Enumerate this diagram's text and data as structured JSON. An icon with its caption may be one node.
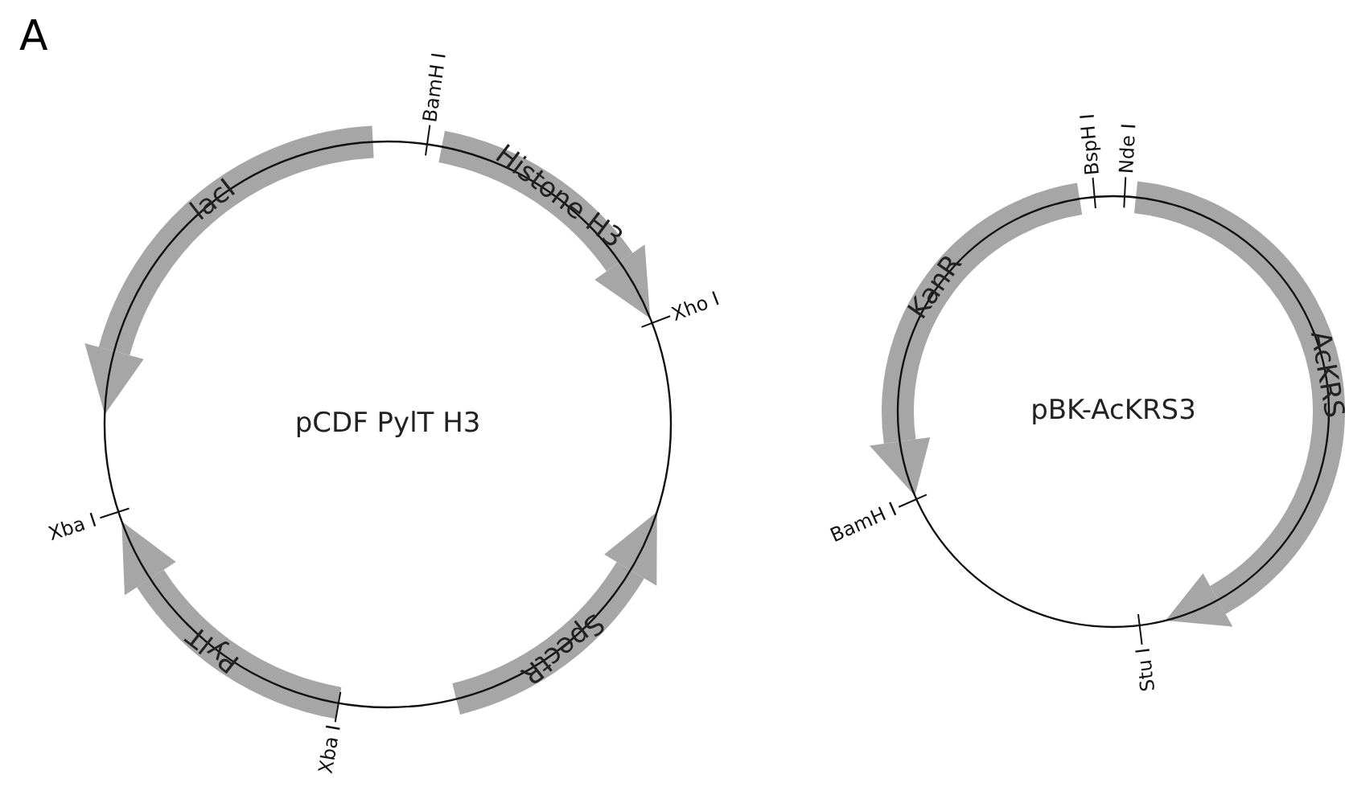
{
  "diagram": {
    "nodes": [
      {
        "text": [
          "pCDF PylT H3"
        ]
      },
      {
        "text": [
          "pBK-AcKRS3"
        ]
      }
    ],
    "edges": [],
    "labels": [
      "A",
      "BamH I",
      "BspH I",
      "Nde I",
      "Histone H3",
      "lacI",
      "Xho I",
      "KanR",
      "AcKRS",
      "Xba I",
      "BamH I",
      "PylT",
      "SpectR",
      "Stu I",
      "Xba I"
    ]
  }
}
